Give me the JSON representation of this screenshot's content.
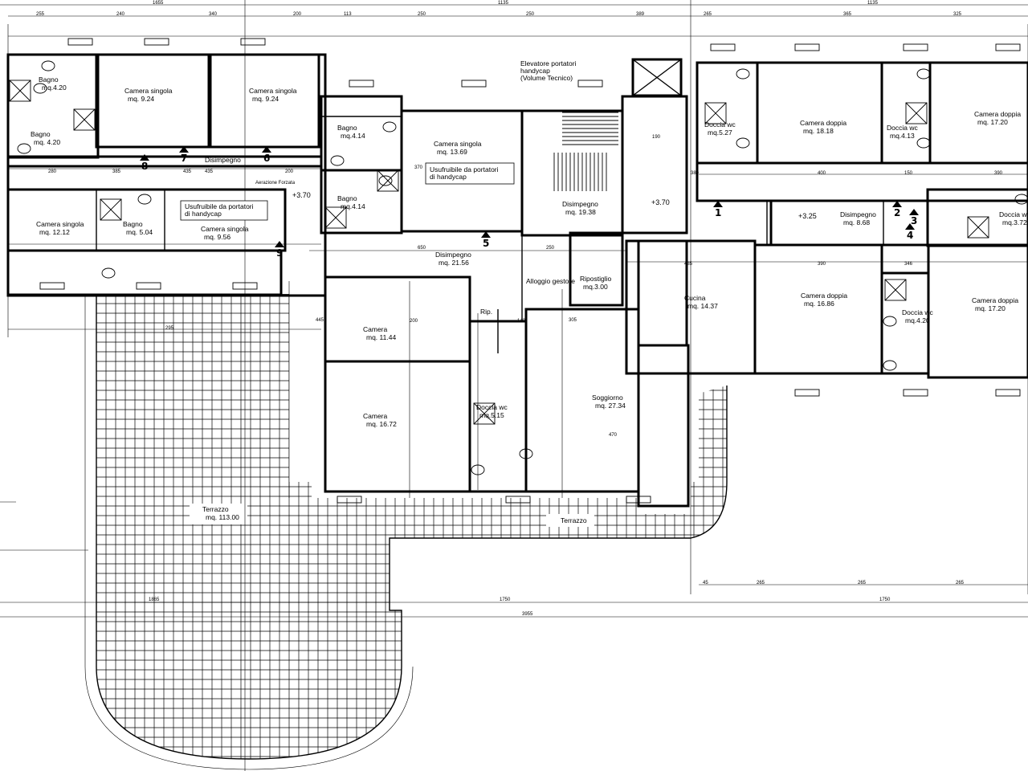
{
  "rooms": [
    {
      "name": "Bagno",
      "area": "mq.4.20"
    },
    {
      "name": "Bagno",
      "area": "mq. 4.20"
    },
    {
      "name": "Camera singola",
      "area": "mq. 9.24"
    },
    {
      "name": "Camera singola",
      "area": "mq. 9.24"
    },
    {
      "name": "Disimpegno",
      "area": ""
    },
    {
      "name": "Bagno",
      "area": "mq.4.14"
    },
    {
      "name": "Bagno",
      "area": "mq.4.14"
    },
    {
      "name": "Camera singola",
      "area": "mq. 13.69"
    },
    {
      "name": "Camera singola",
      "area": "mq. 12.12"
    },
    {
      "name": "Bagno",
      "area": "mq. 5.04"
    },
    {
      "name": "Camera singola",
      "area": "mq. 9.56"
    },
    {
      "name": "Disimpegno",
      "area": "mq. 19.38"
    },
    {
      "name": "Disimpegno",
      "area": "mq. 21.56"
    },
    {
      "name": "Doccia wc",
      "area": "mq.5.27"
    },
    {
      "name": "Camera doppia",
      "area": "mq. 18.18"
    },
    {
      "name": "Doccia wc",
      "area": "mq.4.13"
    },
    {
      "name": "Camera doppia",
      "area": "mq. 17.20"
    },
    {
      "name": "Disimpegno",
      "area": "mq. 8.68"
    },
    {
      "name": "Doccia wc",
      "area": "mq.3.72"
    },
    {
      "name": "Ripostiglio",
      "area": "mq.3.00"
    },
    {
      "name": "Cucina",
      "area": "mq. 14.37"
    },
    {
      "name": "Camera doppia",
      "area": "mq. 16.86"
    },
    {
      "name": "Doccia wc",
      "area": "mq.4.20"
    },
    {
      "name": "Camera doppia",
      "area": "mq. 17.20"
    },
    {
      "name": "Camera",
      "area": "mq. 11.44"
    },
    {
      "name": "Camera",
      "area": "mq. 16.72"
    },
    {
      "name": "Doccia wc",
      "area": "mq.5.15"
    },
    {
      "name": "Soggiorno",
      "area": "mq. 27.34"
    },
    {
      "name": "Terrazzo",
      "area": "mq. 113.00"
    },
    {
      "name": "Terrazzo",
      "area": ""
    },
    {
      "name": "Rip.",
      "area": ""
    },
    {
      "name": "Alloggio gestore",
      "area": ""
    }
  ],
  "notes": {
    "handicap_1": "Usufruibile da portatori\ndi handycap",
    "handicap_2": "Usufruibile da portatori\ndi handycap",
    "elevator": "Elevatore portatori\nhandycap\n(Volume Tecnico)",
    "aeration": "Aerazione Forzata"
  },
  "levels": [
    "+3.70",
    "+3.70",
    "+3.25"
  ],
  "markers": [
    "1",
    "2",
    "3",
    "4",
    "5",
    "6",
    "7",
    "8",
    "9"
  ],
  "dimensions": {
    "top": [
      "1655",
      "1135",
      "1135",
      "255",
      "240",
      "340",
      "200",
      "113",
      "250",
      "250",
      "389",
      "265",
      "365",
      "325"
    ],
    "inner": [
      "280",
      "385",
      "435",
      "200",
      "435",
      "370",
      "190",
      "380",
      "400",
      "150",
      "390",
      "485",
      "390",
      "346",
      "445",
      "470",
      "305",
      "295",
      "200",
      "140",
      "650",
      "250"
    ],
    "bottom": [
      "1865",
      "1750",
      "3955",
      "1750",
      "45",
      "265",
      "265",
      "265"
    ]
  }
}
